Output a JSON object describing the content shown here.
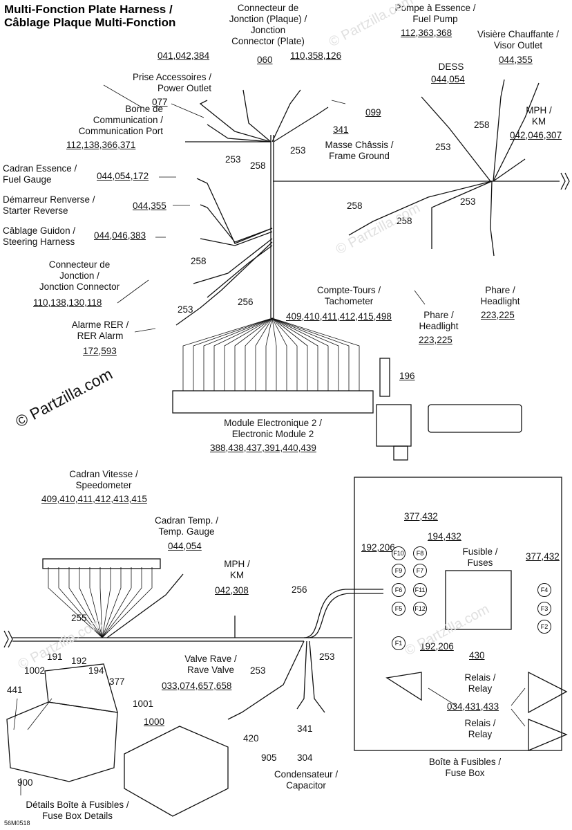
{
  "title": [
    "Multi-Fonction Plate Harness /",
    "Câblage Plaque Multi-Fonction"
  ],
  "watermarks": {
    "main": "© Partzilla.com",
    "faint": "© Partzilla.com"
  },
  "figure_code": "56M0518",
  "labels": {
    "connecteur_jonction": [
      "Connecteur de",
      "Jonction (Plaque) /",
      "Jonction",
      "Connector (Plate)"
    ],
    "pompe_essence": [
      "Pompe à Essence /",
      "Fuel Pump"
    ],
    "visiere": [
      "Visière Chauffante /",
      "Visor Outlet"
    ],
    "dess": "DESS",
    "prise_accessoires": [
      "Prise Accessoires /",
      "Power Outlet"
    ],
    "borne_comm": [
      "Borne de",
      "Communication /",
      "Communication Port"
    ],
    "masse_chassis": [
      "Masse Châssis /",
      "Frame Ground"
    ],
    "mph_km_top": [
      "MPH /",
      "KM"
    ],
    "cadran_essence": [
      "Cadran Essence /",
      "Fuel Gauge"
    ],
    "demarreur": [
      "Démarreur Renverse /",
      "Starter Reverse"
    ],
    "cablage_guidon": [
      "Câblage Guidon /",
      "Steering Harness"
    ],
    "connecteur_jonction2": [
      "Connecteur de",
      "Jonction /",
      "Jonction Connector"
    ],
    "alarme_rer": [
      "Alarme RER /",
      "RER Alarm"
    ],
    "compte_tours": [
      "Compte-Tours /",
      "Tachometer"
    ],
    "phare_left": [
      "Phare /",
      "Headlight"
    ],
    "phare_right": [
      "Phare /",
      "Headlight"
    ],
    "module_electronique": [
      "Module Electronique 2 /",
      "Electronic Module 2"
    ],
    "cadran_vitesse": [
      "Cadran Vitesse /",
      "Speedometer"
    ],
    "cadran_temp": [
      "Cadran Temp. /",
      "Temp. Gauge"
    ],
    "mph_km_bottom": [
      "MPH /",
      "KM"
    ],
    "fusible": [
      "Fusible /",
      "Fuses"
    ],
    "relais_top": [
      "Relais /",
      "Relay"
    ],
    "relais_bottom": [
      "Relais /",
      "Relay"
    ],
    "valve_rave": [
      "Valve Rave /",
      "Rave Valve"
    ],
    "condensateur": [
      "Condensateur /",
      "Capacitor"
    ],
    "boite_fusibles": [
      "Boîte à Fusibles /",
      "Fuse Box"
    ],
    "details_boite": [
      "Détails Boîte à Fusibles /",
      "Fuse Box Details"
    ]
  },
  "part_numbers": {
    "p041": "041,042,384",
    "p060": "060",
    "p110a": "110,358,126",
    "p112a": "112,363,368",
    "p044a": "044,355",
    "p044b": "044,054",
    "p077": "077",
    "p099": "099",
    "p341a": "341",
    "p112b": "112,138,366,371",
    "p042a": "042,046,307",
    "p044c": "044,054,172",
    "p044d": "044,355",
    "p044e": "044,046,383",
    "p110b": "110,138,130,118",
    "p172": "172,593",
    "p409a": "409,410,411,412,415,498",
    "p223a": "223,225",
    "p223b": "223,225",
    "p196": "196",
    "p388": "388,438,437,391,440,439",
    "p409b": "409,410,411,412,413,415",
    "p044f": "044,054",
    "p042b": "042,308",
    "p377a": "377,432",
    "p192a": "192,206",
    "p194": "194,432",
    "p377b": "377,432",
    "p192b": "192,206",
    "p430": "430",
    "p034": "034,431,433",
    "p033": "033,074,657,658",
    "p1000": "1000"
  },
  "callouts": {
    "c253a": "253",
    "c258a": "258",
    "c253b": "253",
    "c253c": "253",
    "c258b": "258",
    "c258c": "258",
    "c253d": "253",
    "c258d": "258",
    "c258e": "258",
    "c256a": "256",
    "c253e": "253",
    "c255": "255",
    "c256b": "256",
    "c253f": "253",
    "c253g": "253",
    "c420": "420",
    "c341b": "341",
    "c905": "905",
    "c304": "304",
    "c441": "441",
    "c1002": "1002",
    "c191": "191",
    "c192": "192",
    "c194": "194",
    "c377": "377",
    "c1001": "1001",
    "c900": "900"
  },
  "fuse_ids": [
    "F1",
    "F2",
    "F3",
    "F4",
    "F5",
    "F6",
    "F7",
    "F8",
    "F9",
    "F10",
    "F11",
    "F12"
  ]
}
